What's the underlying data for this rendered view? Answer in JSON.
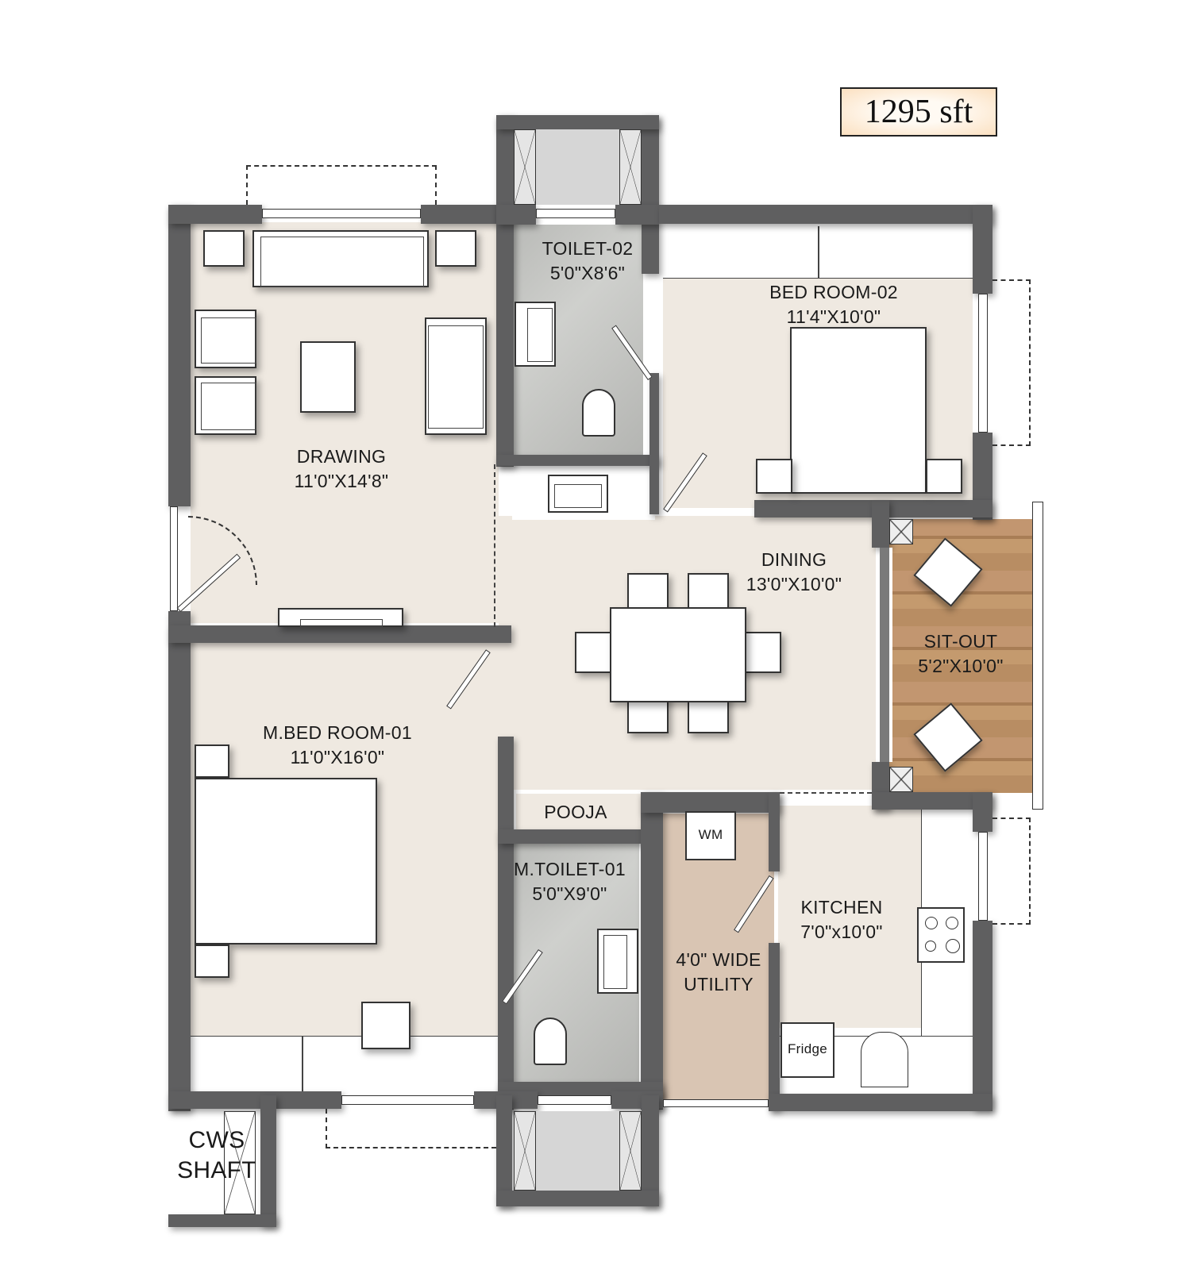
{
  "plan": {
    "area_badge": "1295 sft",
    "colors": {
      "wall": "#5f5f60",
      "floor_main": "#efe9e1",
      "floor_toilet": "#c5c6c3",
      "floor_sitout": "#b88d63",
      "floor_utility": "#d9c5b3",
      "badge_fill": "#fbe0c0"
    },
    "rooms": [
      {
        "id": "drawing",
        "name": "DRAWING",
        "size": "11'0\"X14'8\""
      },
      {
        "id": "toilet02",
        "name": "TOILET-02",
        "size": "5'0\"X8'6\""
      },
      {
        "id": "bedroom02",
        "name": "BED ROOM-02",
        "size": "11'4\"X10'0\""
      },
      {
        "id": "dining",
        "name": "DINING",
        "size": "13'0\"X10'0\""
      },
      {
        "id": "sitout",
        "name": "SIT-OUT",
        "size": "5'2\"X10'0\""
      },
      {
        "id": "mbedroom01",
        "name": "M.BED ROOM-01",
        "size": "11'0\"X16'0\""
      },
      {
        "id": "pooja",
        "name": "POOJA",
        "size": ""
      },
      {
        "id": "mtoilet01",
        "name": "M.TOILET-01",
        "size": "5'0\"X9'0\""
      },
      {
        "id": "utility",
        "name": "4'0\" WIDE",
        "size": "UTILITY"
      },
      {
        "id": "kitchen",
        "name": "KITCHEN",
        "size": "7'0\"x10'0\""
      },
      {
        "id": "cws",
        "name": "CWS",
        "size": "SHAFT"
      }
    ],
    "fixtures": {
      "washing_machine": "WM",
      "fridge": "Fridge"
    }
  }
}
